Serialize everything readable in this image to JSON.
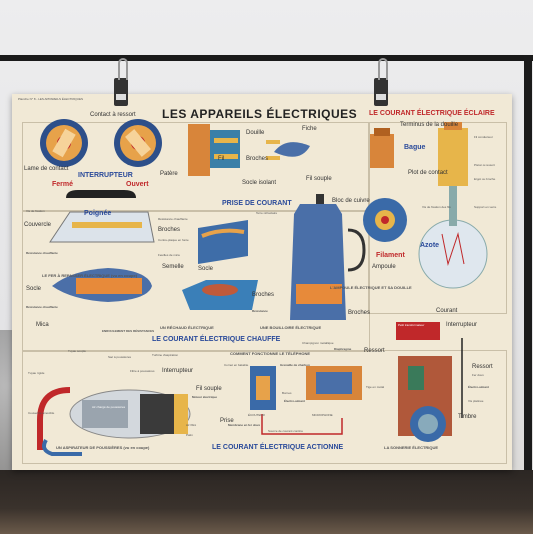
{
  "poster": {
    "series_code": "Planche N° 8 - LES APPAREILS ÉLECTRIQUES",
    "title": "LES APPAREILS ÉLECTRIQUES",
    "sections": {
      "eclaire": "LE COURANT ÉLECTRIQUE ÉCLAIRE",
      "chauffe": "LE COURANT ÉLECTRIQUE CHAUFFE",
      "actionne": "LE COURANT ÉLECTRIQUE ACTIONNE"
    },
    "interrupteur": {
      "title": "INTERRUPTEUR",
      "contact": "Contact à ressort",
      "lame": "Lame de contact",
      "ferme": "Fermé",
      "ouvert": "Ouvert",
      "patere": "Patère"
    },
    "prise": {
      "title": "PRISE DE COURANT",
      "douille": "Douille",
      "fiche": "Fiche",
      "fil": "Fil",
      "broches": "Broches",
      "socle": "Socle isolant",
      "fil_souple": "Fil souple"
    },
    "lampe": {
      "terminus": "Terminus de la douille",
      "bague": "Bague",
      "plot": "Plot de contact",
      "fil_conducteur": "Fil conducteur",
      "piston": "Piston à ressort",
      "ergot": "Ergot ou broche",
      "bloc": "Bloc de cuivre",
      "vis": "Vis de fixation des fils",
      "support": "Support en verre",
      "azote": "Azote",
      "filament": "Filament",
      "ampoule": "Ampoule",
      "caption": "L'AMPOULE ÉLECTRIQUE ET SA DOUILLE"
    },
    "fer": {
      "vis": "Vis de fixation",
      "poignee": "Poignée",
      "couvercle": "Couvercle",
      "resistance_chauffante": "Résistance chauffante",
      "broches": "Broches",
      "contre_plaque": "Contre-plaque en fonte",
      "feuilles_mica": "Feuilles de mica",
      "semelle": "Semelle",
      "resistance": "Résistance chauffante",
      "caption": "LE FER À REPASSER ÉLECTRIQUE (vu en coupe)",
      "socle": "Socle",
      "mica": "Mica",
      "enroulement": "ENROULEMENT DES RÉSISTANCES",
      "resistance2": "Résistance chauffante"
    },
    "rechaud": {
      "terre": "Terre réfractaire",
      "socle": "Socle",
      "broches": "Broches",
      "resistance": "Résistance",
      "caption": "UN RÉCHAUD ÉLECTRIQUE"
    },
    "bouilloire": {
      "caption": "UNE BOUILLOIRE ÉLECTRIQUE",
      "broches": "Broches"
    },
    "aspirateur": {
      "tuyau_souple": "Tuyau souple",
      "tuyau_rigide": "Tuyau rigide",
      "sac": "Sac à poussières",
      "turbine": "Turbine d'aspiration",
      "filtre": "Filtre à poussières",
      "interrupteur": "Interrupteur",
      "air_charge": "Air chargé de poussières",
      "moteur": "Moteur électrique",
      "fil_souple": "Fil souple",
      "couvercle": "Couvercle amovible",
      "air_filtre": "Air filtré",
      "prise": "Prise",
      "patin": "Patin",
      "caption": "UN ASPIRATEUR DE POUSSIÈRES (vu en coupe)"
    },
    "telephone": {
      "title": "COMMENT FONCTIONNE LE TÉLÉPHONE",
      "cornet": "Cornet en bakélite",
      "grenaille": "Grenaille de charbon",
      "champignon": "Champignon métallique",
      "diaphragme": "Diaphragme",
      "ressort": "Ressort",
      "bornes": "Bornes",
      "electro": "Électro-aimant",
      "ecouteur": "ÉCOUTEUR",
      "microphone": "MICROPHONE",
      "tige": "Tige en métal",
      "membrane": "Membrane en fer doux",
      "source": "Source de courant continu"
    },
    "sonnerie": {
      "courant": "Courant",
      "petit_transfo": "Petit transformateur",
      "interrupteur": "Interrupteur",
      "ressort": "Ressort",
      "fer_doux": "Fer doux",
      "electro": "Électro-aimant",
      "vis_platinee": "Vis platinée",
      "timbre": "Timbre",
      "caption": "LA SONNERIE ÉLECTRIQUE"
    }
  },
  "colors": {
    "paper": "#f1e9d6",
    "blue": "#2a4a9a",
    "red": "#c0282a",
    "copper": "#d8853a",
    "steel": "#5a7fa8",
    "frame": "#1a1a1a"
  }
}
